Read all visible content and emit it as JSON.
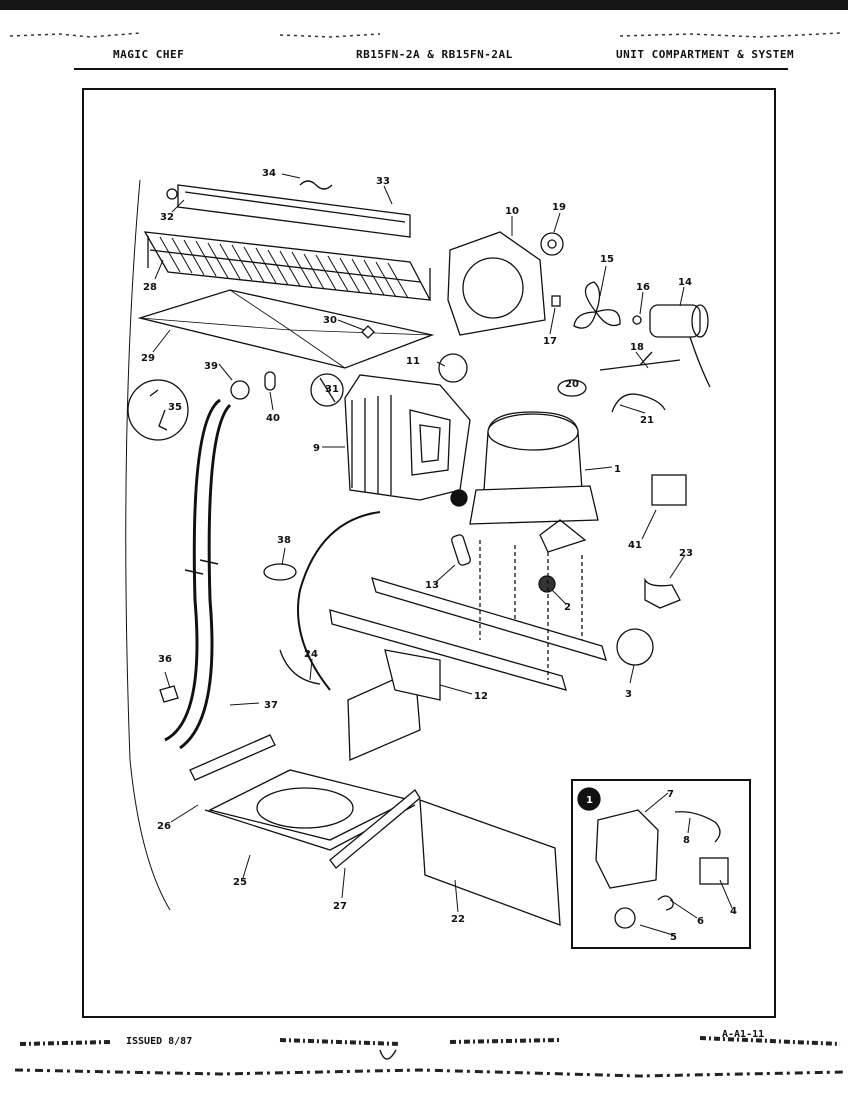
{
  "header": {
    "brand": "MAGIC CHEF",
    "models": "RB15FN-2A & RB15FN-2AL",
    "section": "UNIT COMPARTMENT & SYSTEM"
  },
  "footer": {
    "issued": "ISSUED 8/87",
    "page_code": "A-A1-11"
  },
  "diagram": {
    "callouts": [
      "1",
      "2",
      "3",
      "4",
      "5",
      "6",
      "7",
      "8",
      "9",
      "10",
      "11",
      "12",
      "13",
      "14",
      "15",
      "16",
      "17",
      "18",
      "19",
      "20",
      "21",
      "22",
      "23",
      "24",
      "25",
      "26",
      "27",
      "28",
      "29",
      "30",
      "31",
      "32",
      "33",
      "34",
      "35",
      "36",
      "37",
      "38",
      "39",
      "40",
      "41"
    ],
    "inset_marker": "1"
  }
}
